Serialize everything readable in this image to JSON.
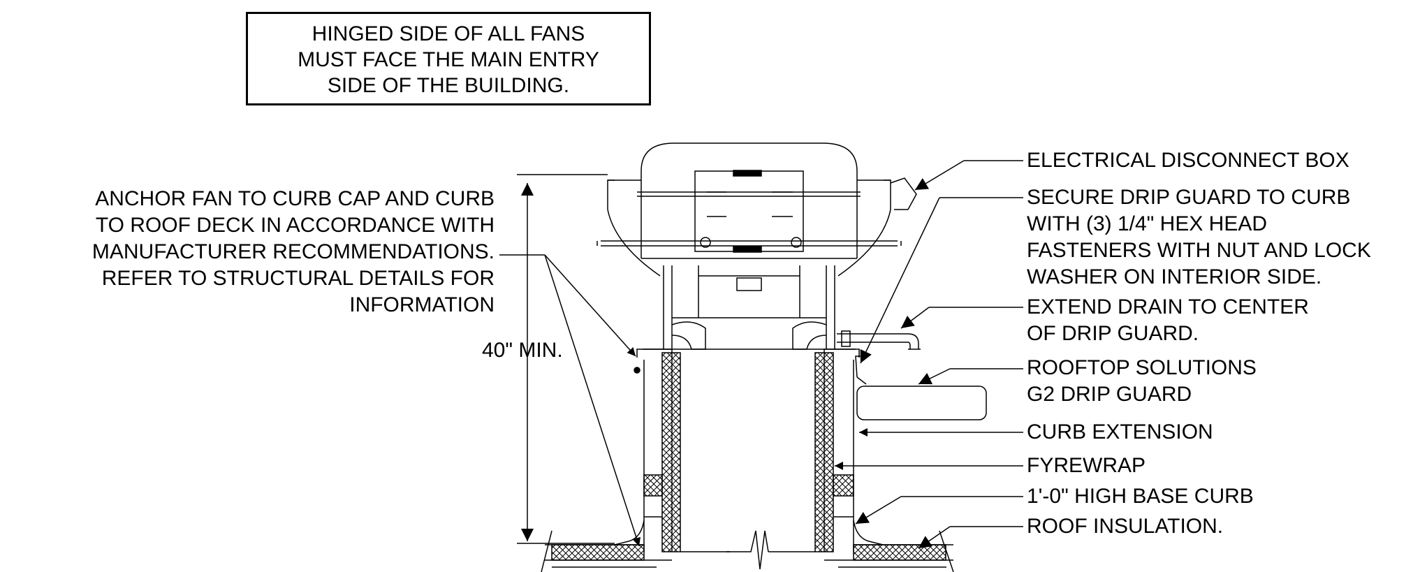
{
  "note": {
    "lines": [
      "HINGED SIDE OF ALL FANS",
      "MUST FACE THE MAIN ENTRY",
      "SIDE OF THE BUILDING."
    ]
  },
  "anchor_note": {
    "lines": [
      "ANCHOR FAN TO CURB CAP AND CURB",
      "TO ROOF DECK IN ACCORDANCE WITH",
      "MANUFACTURER RECOMMENDATIONS.",
      "REFER TO STRUCTURAL DETAILS FOR",
      "INFORMATION"
    ]
  },
  "dimension": {
    "label": "40\" MIN."
  },
  "callouts": {
    "disconnect": [
      "ELECTRICAL  DISCONNECT BOX"
    ],
    "drip_guard_secure": [
      "SECURE DRIP GUARD TO CURB",
      "WITH (3) 1/4\" HEX HEAD",
      "FASTENERS WITH NUT AND LOCK",
      "WASHER ON INTERIOR SIDE."
    ],
    "drain": [
      "EXTEND DRAIN TO CENTER",
      "OF DRIP GUARD."
    ],
    "drip_guard": [
      "ROOFTOP SOLUTIONS",
      "G2 DRIP GUARD"
    ],
    "curb_extension": [
      "CURB EXTENSION"
    ],
    "fyrewrap": [
      "FYREWRAP"
    ],
    "base_curb": [
      "1'-0\" HIGH BASE CURB"
    ],
    "roof_insulation": [
      "ROOF INSULATION."
    ]
  }
}
